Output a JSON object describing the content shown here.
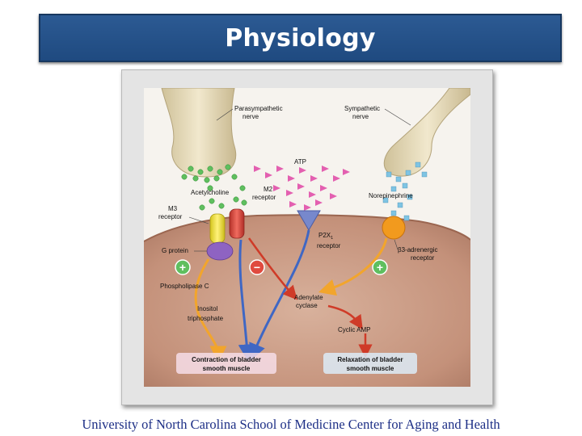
{
  "title": "Physiology",
  "footer": "University of North Carolina School of Medicine Center for Aging and Health",
  "diagram": {
    "nerve_left": "Parasympathetic",
    "nerve_left_2": "nerve",
    "nerve_right": "Sympathetic",
    "nerve_right_2": "nerve",
    "atp": "ATP",
    "acetylcholine": "Acetylcholine",
    "m2": "M2",
    "m2_2": "receptor",
    "m3": "M3",
    "m3_2": "receptor",
    "norepinephrine": "Norepinephrine",
    "g_protein": "G protein",
    "p2x": "P2X",
    "p2x_sub": "1",
    "p2x_2": "receptor",
    "beta_adrenergic": "β3-adrenergic",
    "beta_adrenergic_2": "receptor",
    "phospholipase": "Phospholipase C",
    "adenylate": "Adenylate",
    "adenylate_2": "cyclase",
    "inositol": "Inositol",
    "inositol_2": "triphosphate",
    "cyclic_amp": "Cyclic AMP",
    "contraction": "Contraction of bladder",
    "contraction_2": "smooth muscle",
    "relaxation": "Relaxation of bladder",
    "relaxation_2": "smooth muscle",
    "plus_sign": "+",
    "minus_sign": "−"
  },
  "colors": {
    "title_bar": "#1f4a80",
    "footer_text": "#1d2f86",
    "cell_cytoplasm": "#c79a84",
    "nerve": "#e6d9b5",
    "acetylcholine_dots": "#5fbf5f",
    "atp_triangles": "#e35fb0",
    "norepinephrine_squares": "#7fc4e3",
    "m3_receptor": "#f3e43c",
    "m2_receptor": "#e04a3f",
    "p2x_receptor": "#7788cc",
    "beta_receptor": "#f29a1e",
    "g_protein": "#8e63c2",
    "arrow_blue": "#3f67c4",
    "arrow_red": "#cf3b28",
    "arrow_orange": "#f2a52c"
  }
}
